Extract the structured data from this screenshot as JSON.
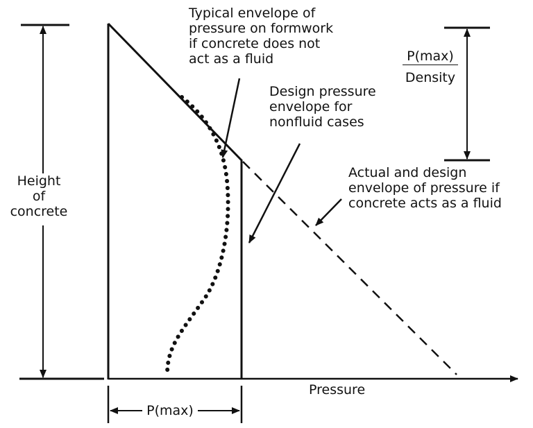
{
  "labels": {
    "typical_envelope": [
      "Typical envelope of",
      "pressure on formwork",
      "if concrete does not",
      "act as a fluid"
    ],
    "design_pressure": [
      "Design pressure",
      "envelope for",
      "nonfluid cases"
    ],
    "actual_design": [
      "Actual and design",
      "envelope of pressure if",
      "concrete acts as a fluid"
    ],
    "height": [
      "Height",
      "of",
      "concrete"
    ],
    "pressure_axis": "Pressure",
    "pmax_bottom": "P(max)",
    "ratio_numerator": "P(max)",
    "ratio_denominator": "Density"
  },
  "colors": {
    "ink": "#111111",
    "background": "#ffffff"
  }
}
